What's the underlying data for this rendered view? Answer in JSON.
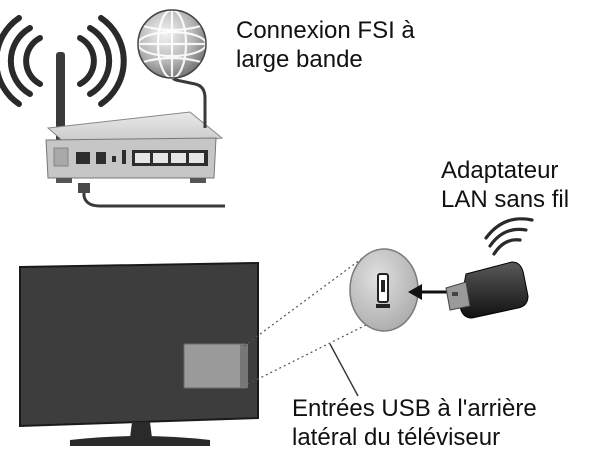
{
  "labels": {
    "broadband": {
      "line1": "Connexion FSI à",
      "line2": "large bande"
    },
    "adapter": {
      "line1": "Adaptateur",
      "line2": "LAN sans fil"
    },
    "usb_inputs": {
      "line1": "Entrées USB à l'arrière",
      "line2": "latéral du téléviseur"
    }
  },
  "icons": {
    "router": "wireless-router-icon",
    "globe": "globe-icon",
    "tv": "tv-icon",
    "dongle": "usb-wifi-dongle-icon",
    "usb_port": "usb-port-icon"
  },
  "colors": {
    "tv_screen": "#3d3d3d",
    "router_body": "#cfcfcf",
    "line": "#222222",
    "background": "#ffffff"
  }
}
